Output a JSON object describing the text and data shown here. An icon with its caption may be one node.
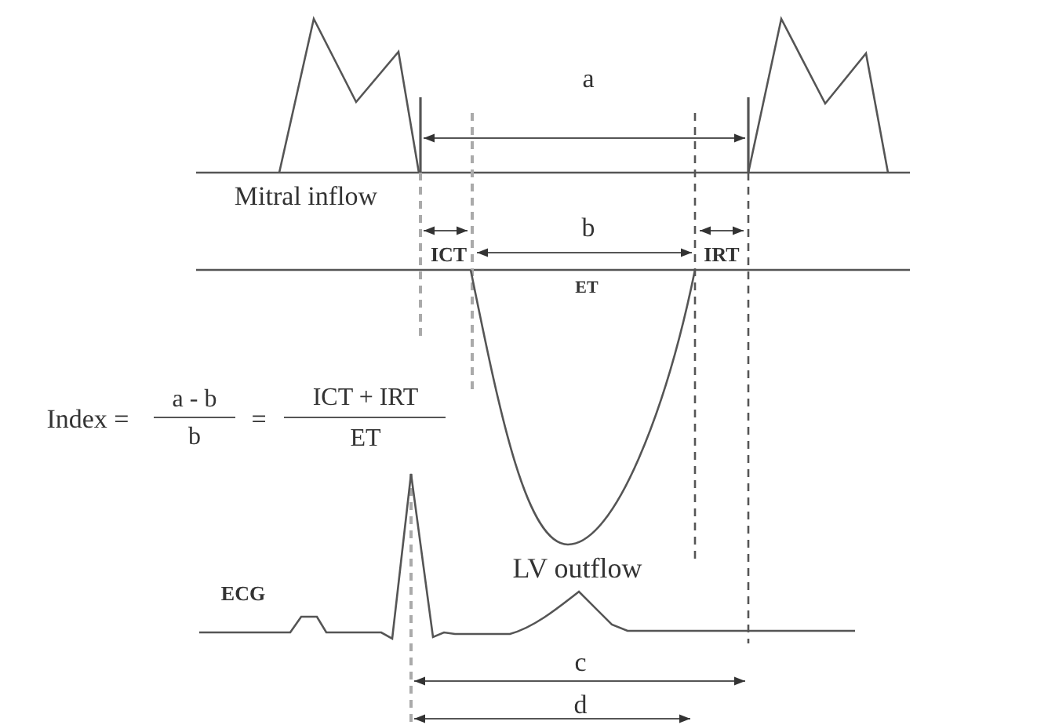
{
  "diagram": {
    "labels": [
      "a",
      "Mitral inflow",
      "b",
      "ICT",
      "IRT",
      "ET",
      "Index =",
      "a - b",
      "b",
      "=",
      "ICT + IRT",
      "ET",
      "LV outflow",
      "ECG",
      "c",
      "d"
    ]
  }
}
